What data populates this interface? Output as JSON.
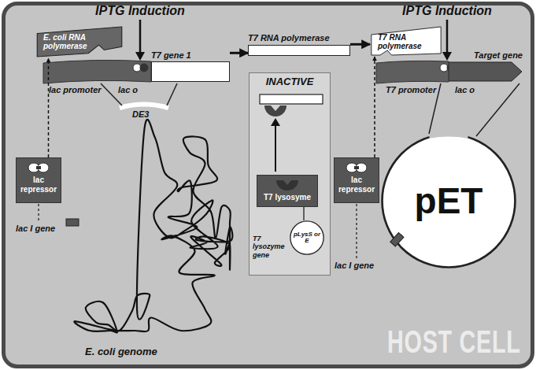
{
  "diagram": {
    "nodes": [
      {
        "text": [
          "HOST CELL"
        ]
      },
      {
        "text": [
          "E. coli RNA polymerase"
        ],
        "in": 0
      },
      {
        "text": [
          "T7 gene 1"
        ],
        "in": 0
      },
      {
        "text": [
          "lac repressor"
        ],
        "in": 0
      },
      {
        "text": [
          "T7 RNA polymerase"
        ],
        "in": 0
      },
      {
        "text": [
          "INACTIVE"
        ],
        "in": 0
      },
      {
        "text": [
          "T7 lysosyme"
        ],
        "in": 5
      },
      {
        "text": [
          "pLysS or E"
        ],
        "in": 5
      },
      {
        "text": [
          "T7 RNA polymerase"
        ],
        "in": 0
      },
      {
        "text": [
          "Target gene"
        ],
        "in": 0
      },
      {
        "text": [
          "lac repressor"
        ],
        "in": 0
      },
      {
        "text": [
          "pET"
        ],
        "in": 0
      }
    ],
    "edges": [
      {
        "from": 3,
        "to": 1,
        "arrow": "to"
      },
      {
        "from": 2,
        "to": 4,
        "arrow": "to"
      },
      {
        "from": 4,
        "to": 8,
        "arrow": "to"
      },
      {
        "from": 10,
        "to": 8,
        "arrow": "to"
      },
      {
        "from": 7,
        "to": 6,
        "arrow": "none"
      }
    ],
    "labels": [
      "IPTG Induction",
      "lac o",
      "lac promoter",
      "DE3",
      "lac I gene",
      "E. coli genome",
      "IPTG Induction",
      "lac o",
      "T7 promoter",
      "lac I gene",
      "T7 lysozyme gene"
    ]
  }
}
